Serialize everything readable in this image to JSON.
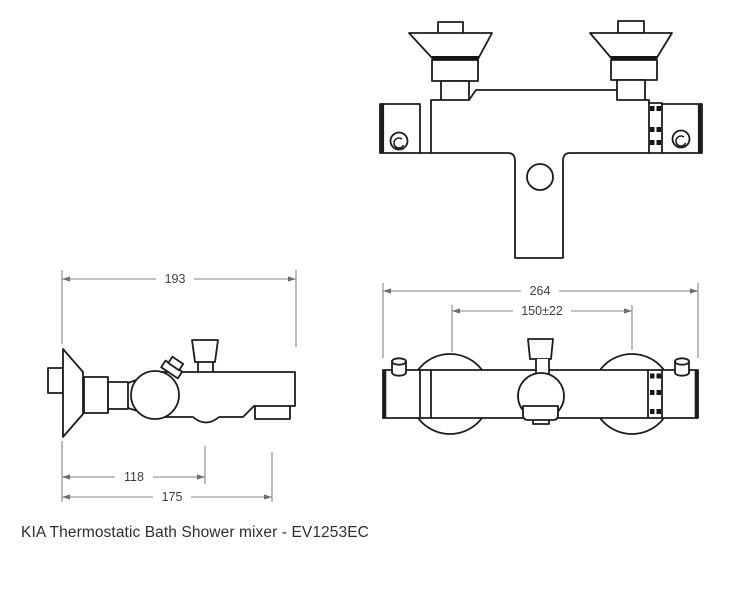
{
  "caption": "KIA Thermostatic Bath Shower mixer - EV1253EC",
  "dimensions": {
    "side_overall_width": "193",
    "side_shower_outlet_offset": "118",
    "side_overall_length": "175",
    "plan_overall_width": "264",
    "plan_inlet_centres": "150±22"
  },
  "colors": {
    "background": "#ffffff",
    "outline": "#1c1c1c",
    "dimension_lines": "#848484",
    "dimension_text": "#3f3f3f",
    "caption_text": "#2e2e2e"
  }
}
